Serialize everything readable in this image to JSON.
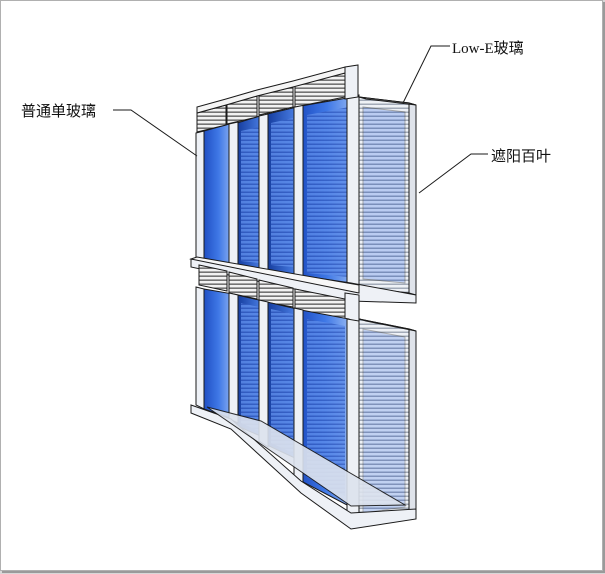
{
  "labels": {
    "single_glass": "普通单玻璃",
    "low_e_glass": "Low-E玻璃",
    "shading_blinds": "遮阳百叶"
  },
  "colors": {
    "glass_blue": "#2f63d6",
    "glass_light": "#7fa8f0",
    "frame_grey": "#e9ecf2",
    "outline": "#1a1a1a",
    "slat_grey": "#bfc6d1"
  }
}
